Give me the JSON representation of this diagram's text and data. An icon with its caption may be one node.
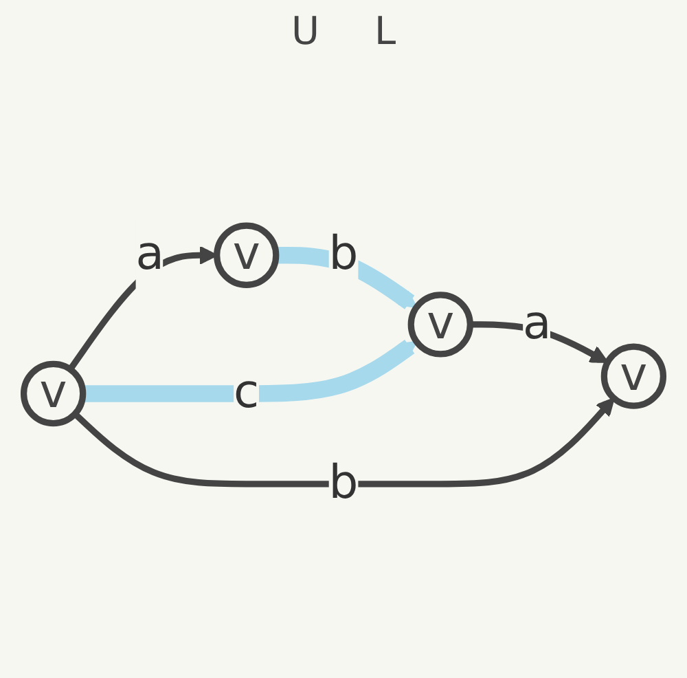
{
  "diagram": {
    "nodes": [
      {
        "text": [
          "v"
        ]
      },
      {
        "text": [
          "v"
        ]
      },
      {
        "text": [
          "v"
        ]
      },
      {
        "text": [
          "v"
        ]
      }
    ],
    "edges": [
      {
        "from": 0,
        "to": 1,
        "arrow": "to",
        "label": "b",
        "style": "thick",
        "color": "#a6d9ec"
      },
      {
        "from": 2,
        "to": 0,
        "arrow": "to",
        "label": "a"
      },
      {
        "from": 1,
        "to": 3,
        "arrow": "to",
        "label": "a"
      },
      {
        "from": 2,
        "to": 1,
        "arrow": "to",
        "label": "c",
        "style": "thick",
        "color": "#a6d9ec"
      },
      {
        "from": 2,
        "to": 3,
        "arrow": "to",
        "label": "b"
      }
    ],
    "labels": [
      "U",
      "L"
    ]
  }
}
